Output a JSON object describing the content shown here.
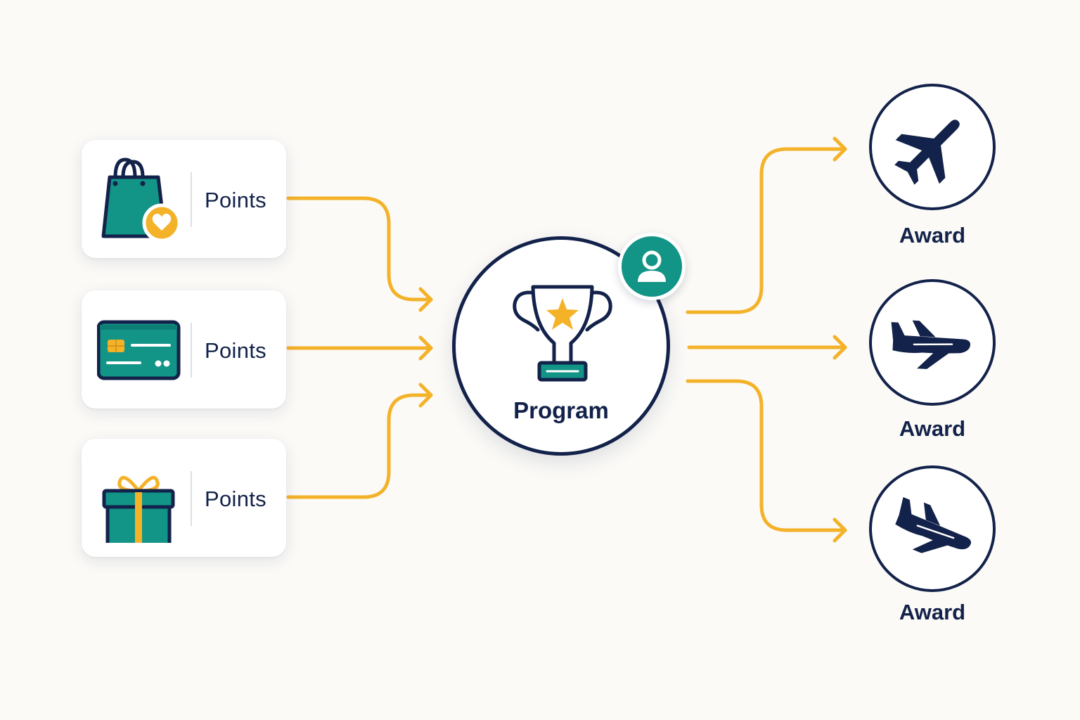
{
  "colors": {
    "accent": "#f4b229",
    "navy": "#13224a",
    "teal": "#129487",
    "background": "#fbfaf7",
    "card": "#ffffff"
  },
  "sources": [
    {
      "label": "Points",
      "icon": "shopping-bag-heart-icon"
    },
    {
      "label": "Points",
      "icon": "credit-card-icon"
    },
    {
      "label": "Points",
      "icon": "gift-box-icon"
    }
  ],
  "program": {
    "label": "Program",
    "icon": "trophy-star-icon",
    "badge_icon": "user-icon"
  },
  "awards": [
    {
      "label": "Award",
      "icon": "airplane-icon"
    },
    {
      "label": "Award",
      "icon": "airplane-icon"
    },
    {
      "label": "Award",
      "icon": "airplane-icon"
    }
  ]
}
